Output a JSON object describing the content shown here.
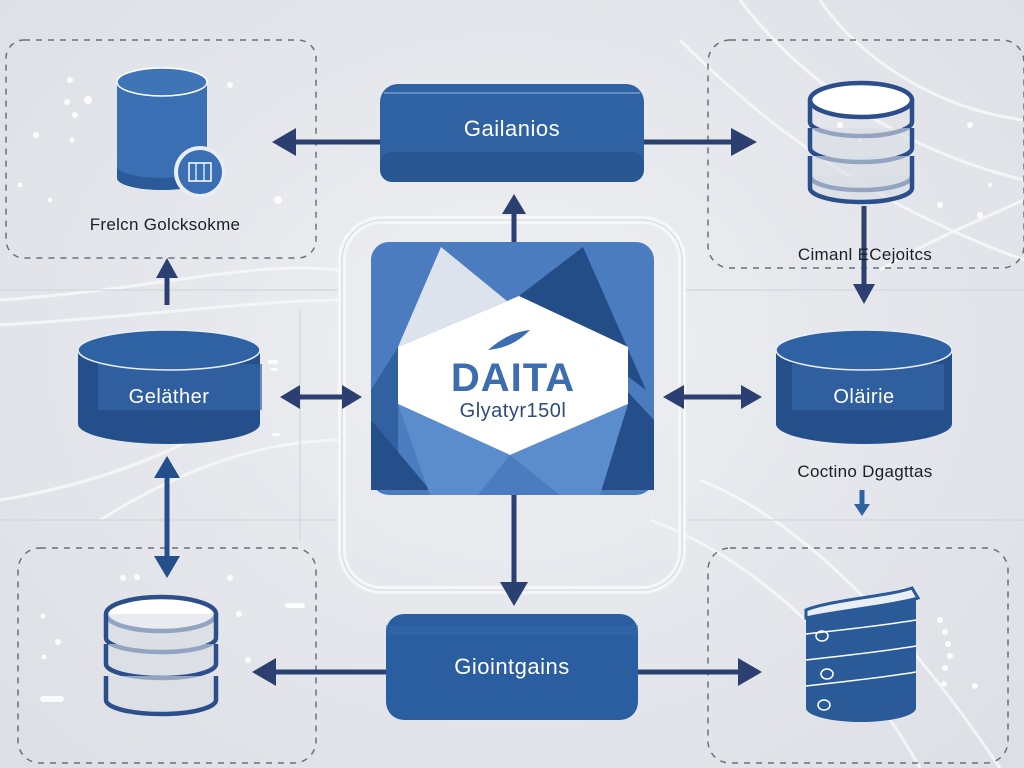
{
  "diagram": {
    "title": "Data flow diagram",
    "colors": {
      "primary_blue": "#2f62a3",
      "dark_blue": "#244f8a",
      "navy_arrow": "#2b3f70",
      "light_blue": "#5a8bc9",
      "background": "#e3e5ea",
      "panel_border": "#6b707a"
    },
    "center": {
      "title": "DAITA",
      "subtitle": "Glyatyr150l",
      "icon": "leaf-swoosh-icon"
    },
    "nodes": [
      {
        "id": "top",
        "label": "Gailanios",
        "shape": "rounded-box"
      },
      {
        "id": "bottom",
        "label": "Giointgains",
        "shape": "rounded-box"
      },
      {
        "id": "left",
        "label": "Geläther",
        "shape": "cylinder"
      },
      {
        "id": "right",
        "label": "Oläirie",
        "shape": "cylinder"
      }
    ],
    "panels": [
      {
        "id": "top-left",
        "caption": "Frelcn Golcksokme",
        "icon": "database-with-badge-icon"
      },
      {
        "id": "top-right",
        "caption": "Cimanl ECejoitcs",
        "icon": "stacked-database-outline-icon"
      },
      {
        "id": "bottom-left",
        "caption": "",
        "icon": "stacked-database-outline-icon"
      },
      {
        "id": "bottom-right",
        "caption": "",
        "icon": "server-stack-icon"
      }
    ],
    "extra_captions": [
      {
        "id": "right-caption",
        "text": "Coctino Dgagttas"
      }
    ],
    "arrows": [
      {
        "from": "top",
        "to": "top-left",
        "direction": "left"
      },
      {
        "from": "top",
        "to": "top-right",
        "direction": "right"
      },
      {
        "from": "center",
        "to": "top",
        "direction": "up"
      },
      {
        "from": "center",
        "to": "bottom",
        "direction": "down"
      },
      {
        "from": "left",
        "to": "center",
        "direction": "bidirectional-horizontal"
      },
      {
        "from": "center",
        "to": "right",
        "direction": "bidirectional-horizontal"
      },
      {
        "from": "left",
        "to": "top-left",
        "direction": "up"
      },
      {
        "from": "left",
        "to": "bottom-left",
        "direction": "bidirectional-vertical"
      },
      {
        "from": "top-right",
        "to": "right",
        "direction": "down"
      },
      {
        "from": "right",
        "to": "bottom-right",
        "direction": "down"
      },
      {
        "from": "bottom",
        "to": "bottom-left",
        "direction": "left"
      },
      {
        "from": "bottom",
        "to": "bottom-right",
        "direction": "right"
      }
    ]
  }
}
